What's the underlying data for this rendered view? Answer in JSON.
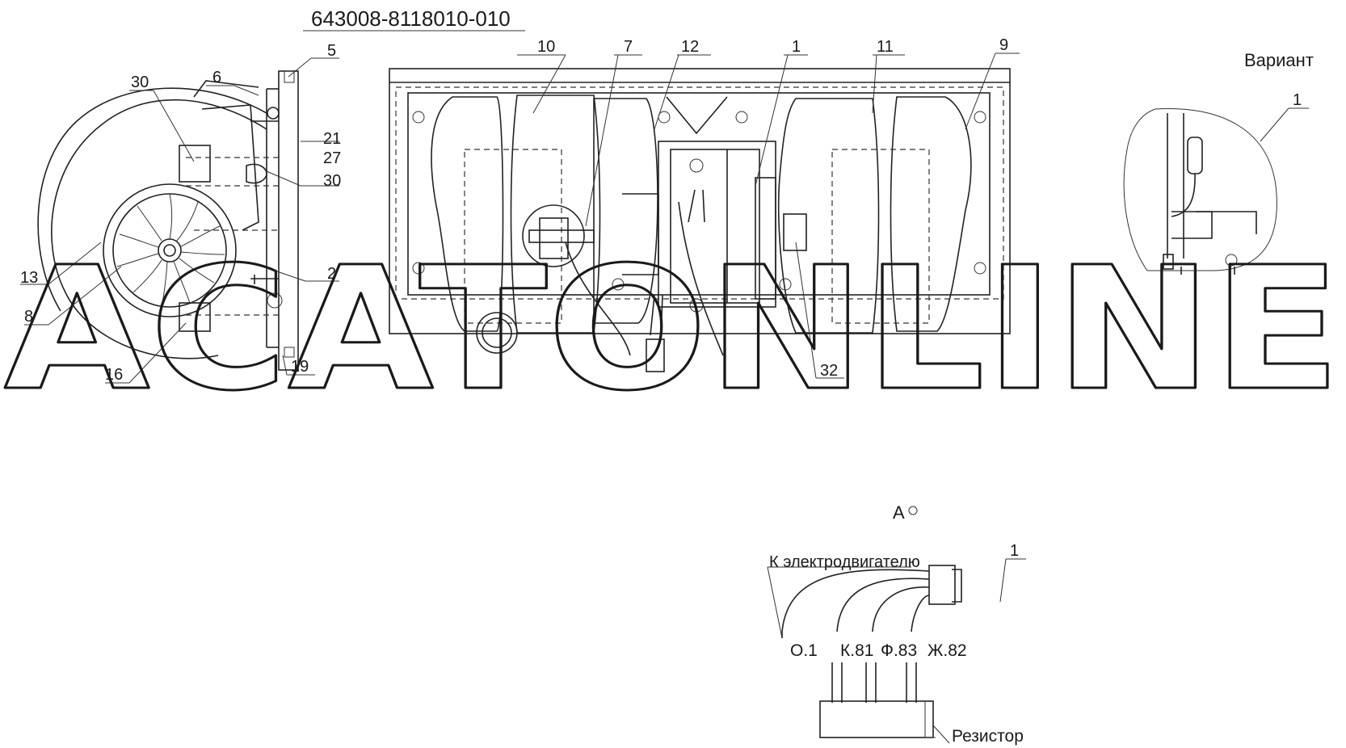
{
  "drawing": {
    "part_number": "643008-8118010-010",
    "variant_label": "Вариант",
    "view_label": "А",
    "motor_label": "К электродвигателю",
    "resistor_label": "Резистор",
    "watermark": "ACATONLINE",
    "callouts": [
      "10",
      "7",
      "12",
      "1",
      "11",
      "9",
      "5",
      "6",
      "30",
      "21",
      "27",
      "30",
      "2",
      "13",
      "8",
      "16",
      "19",
      "32",
      "1",
      "1"
    ],
    "wire_labels": [
      "О.1",
      "К.81",
      "Ф.83",
      "Ж.82"
    ]
  }
}
